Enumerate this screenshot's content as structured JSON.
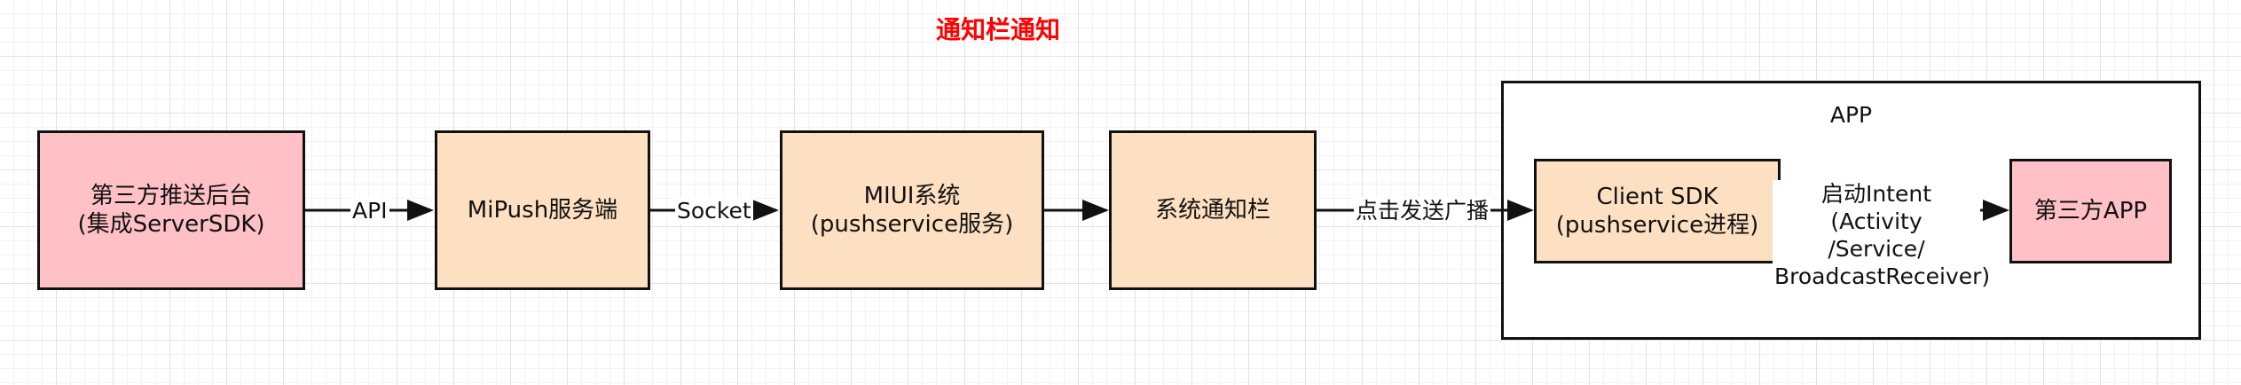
{
  "title": "通知栏通知",
  "colors": {
    "title": "#ff0000",
    "pink_fill": "#ffc0c6",
    "peach_fill": "#fde0c1",
    "stroke": "#111111"
  },
  "nodes": {
    "third_party_backend": "第三方推送后台\n(集成ServerSDK)",
    "mipush_server": "MiPush服务端",
    "miui_system": "MIUI系统\n(pushservice服务)",
    "notification_bar": "系统通知栏",
    "client_sdk": "Client SDK\n(pushservice进程)",
    "third_party_app": "第三方APP"
  },
  "container": {
    "label": "APP"
  },
  "edges": {
    "api": "API",
    "socket": "Socket",
    "click_broadcast": "点击发送广播",
    "start_intent": "启动Intent\n(Activity\n/Service/\nBroadcastReceiver)"
  }
}
